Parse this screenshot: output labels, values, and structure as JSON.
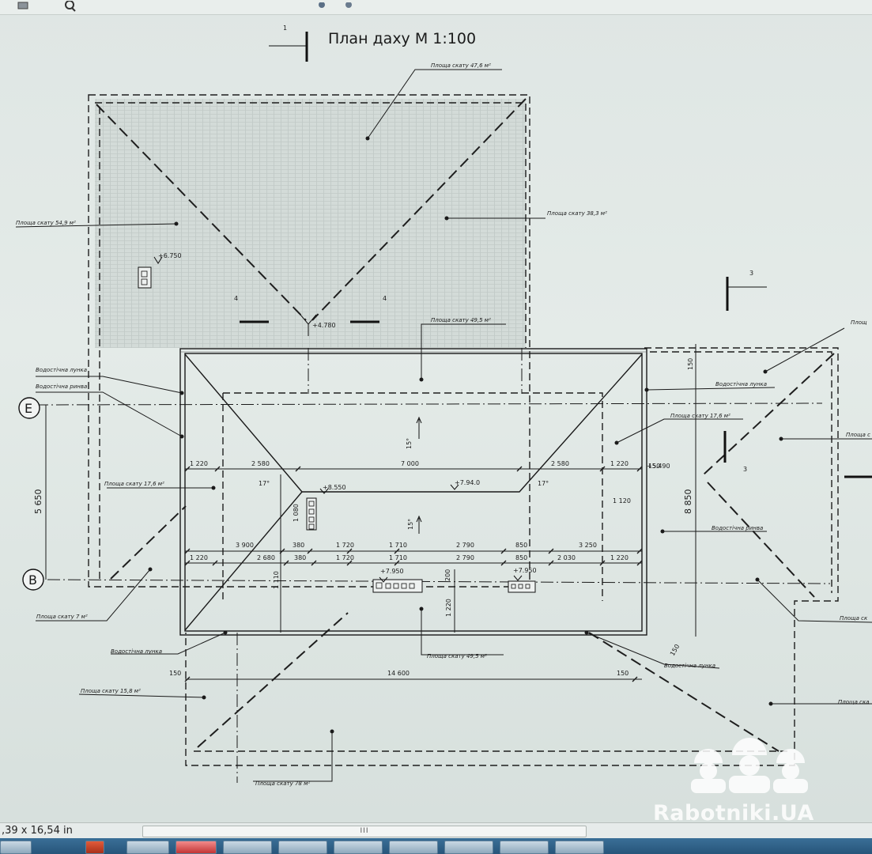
{
  "drawing": {
    "title": "План даху М 1:100",
    "section_marks": [
      "1",
      "3",
      "4",
      "4",
      "3"
    ],
    "slope_labels": {
      "s476": "Площа скату 47,6 м²",
      "s549": "Площа скату 54,9 м²",
      "s383": "Площа скату 38,3 м²",
      "s495_top": "Площа скату 49,5 м²",
      "s176_left": "Площа скату 17,6 м²",
      "s176_right": "Площа скату 17,6 м²",
      "s7": "Площа скату 7 м²",
      "s158": "Площа скату 15,8 м²",
      "s78": "Площа скату 78 м²",
      "s495_bottom": "Площа скату 49,5 м²",
      "r_top": "Площ",
      "r_mid": "Площа с",
      "r_lower": "Площа ск",
      "r_bottom": "Площа ска"
    },
    "drain_labels": {
      "funnel_left_top": "Водостічна лунка",
      "gutter_left": "Водостічна ринва",
      "funnel_right_top": "Водостічна лунка",
      "gutter_right": "Водостічна ринва",
      "funnel_bottom_left": "Водостічна лунка",
      "funnel_bottom_right": "Водостічна лунка"
    },
    "axes": [
      "Е",
      "В"
    ],
    "levels": {
      "l6750": "+6.750",
      "l4780": "+4.780",
      "l8550": "+8.550",
      "l7940": "+7.94.0",
      "l5490": "+5.490",
      "l7950a": "+7.950",
      "l7950b": "+7.950"
    },
    "slopes": [
      "17°",
      "17°",
      "15°",
      "15°"
    ],
    "dims": {
      "row1": [
        "1 220",
        "2 580",
        "7 000",
        "2 580",
        "1 220"
      ],
      "row2": [
        "3 900",
        "380",
        "1 720",
        "1 710",
        "2 790",
        "850",
        "3 250"
      ],
      "row3": [
        "1 220",
        "2 680",
        "380",
        "1 720",
        "1 710",
        "2 790",
        "850",
        "2 030",
        "1 220"
      ],
      "total": "14 600",
      "edge_left": "150",
      "edge_right": "150",
      "vert_5650": "5 650",
      "vert_8850": "8 850",
      "vert_150_top": "150",
      "vert_150_bottom": "150",
      "vert_150_side": "150",
      "small_1120": "1 120",
      "small_1080": "1 080",
      "small_110": "1 110",
      "small_1220": "1 220",
      "small_200": "200"
    }
  },
  "status": {
    "dimensions": ",39 x 16,54 in",
    "scroll_grip": "III"
  },
  "watermark": "Rabotniki.UA"
}
